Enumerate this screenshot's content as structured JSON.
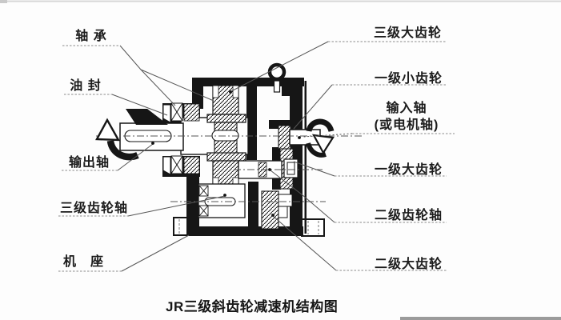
{
  "figure": {
    "caption": "JR三级斜齿轮减速机结构图",
    "labels": {
      "left": [
        {
          "id": "bearing",
          "text": "轴 承"
        },
        {
          "id": "oil-seal",
          "text": "油 封"
        },
        {
          "id": "output-shaft",
          "text": "输出轴"
        },
        {
          "id": "stage3-gear-shaft",
          "text": "三级齿轮轴"
        },
        {
          "id": "machine-base",
          "text": "机　座"
        }
      ],
      "right": [
        {
          "id": "stage3-large-gear",
          "text": "三级大齿轮"
        },
        {
          "id": "stage1-small-gear",
          "text": "一级小齿轮"
        },
        {
          "id": "input-shaft",
          "text": "输入轴",
          "text2": "(或电机轴)"
        },
        {
          "id": "stage1-large-gear",
          "text": "一级大齿轮"
        },
        {
          "id": "stage2-gear-shaft",
          "text": "二级齿轮轴"
        },
        {
          "id": "stage2-large-gear",
          "text": "二级大齿轮"
        }
      ]
    },
    "colors": {
      "ink": "#161616",
      "leader": "#565656",
      "underline": "#8a8a8a"
    }
  }
}
